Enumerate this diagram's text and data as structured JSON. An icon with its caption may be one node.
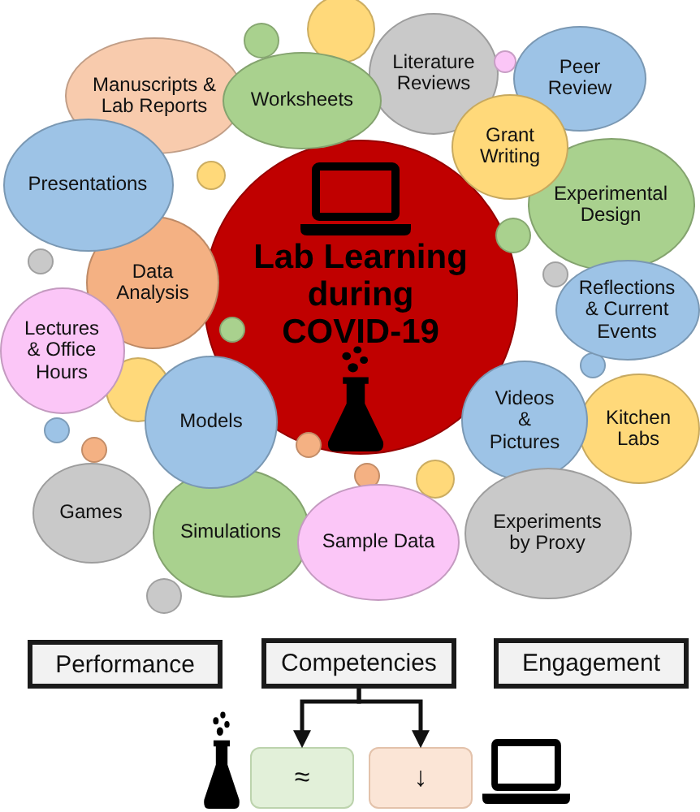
{
  "diagram": {
    "nodes": [
      {
        "text": [
          "Manuscripts & Lab Reports"
        ]
      },
      {
        "text": [
          "Worksheets"
        ]
      },
      {
        "text": [
          "Literature Reviews"
        ]
      },
      {
        "text": [
          "Peer Review"
        ]
      },
      {
        "text": [
          "Grant Writing"
        ]
      },
      {
        "text": [
          "Presentations"
        ]
      },
      {
        "text": [
          "Experimental Design"
        ]
      },
      {
        "text": [
          "Lab Learning during COVID-19"
        ]
      },
      {
        "text": [
          "Data Analysis"
        ]
      },
      {
        "text": [
          "Reflections & Current Events"
        ]
      },
      {
        "text": [
          "Lectures & Office Hours"
        ]
      },
      {
        "text": [
          "Models"
        ]
      },
      {
        "text": [
          "Videos & Pictures"
        ]
      },
      {
        "text": [
          "Kitchen Labs"
        ]
      },
      {
        "text": [
          "Games"
        ]
      },
      {
        "text": [
          "Simulations"
        ]
      },
      {
        "text": [
          "Sample Data"
        ]
      },
      {
        "text": [
          "Experiments by Proxy"
        ]
      },
      {
        "text": [
          "Performance"
        ]
      },
      {
        "text": [
          "Competencies"
        ]
      },
      {
        "text": [
          "Engagement"
        ]
      },
      {
        "text": [
          "≈"
        ]
      },
      {
        "text": [
          "↓"
        ]
      },
      {
        "text": [],
        "shape": "circle"
      },
      {
        "text": [],
        "shape": "circle"
      },
      {
        "text": [],
        "shape": "circle"
      },
      {
        "text": [],
        "shape": "circle"
      },
      {
        "text": [],
        "shape": "circle"
      },
      {
        "text": [],
        "shape": "circle"
      },
      {
        "text": [],
        "shape": "circle"
      },
      {
        "text": [],
        "shape": "circle",
        "in": 7
      },
      {
        "text": [],
        "shape": "circle"
      },
      {
        "text": [],
        "shape": "circle"
      },
      {
        "text": [],
        "shape": "circle"
      },
      {
        "text": [],
        "shape": "circle"
      },
      {
        "text": [],
        "shape": "circle"
      },
      {
        "text": [],
        "shape": "circle"
      },
      {
        "text": [],
        "shape": "circle"
      },
      {
        "text": [],
        "shape": "circle"
      }
    ],
    "edges": [
      {
        "from": 19,
        "to": 21,
        "arrow": "to"
      },
      {
        "from": 19,
        "to": 22,
        "arrow": "to"
      }
    ]
  }
}
